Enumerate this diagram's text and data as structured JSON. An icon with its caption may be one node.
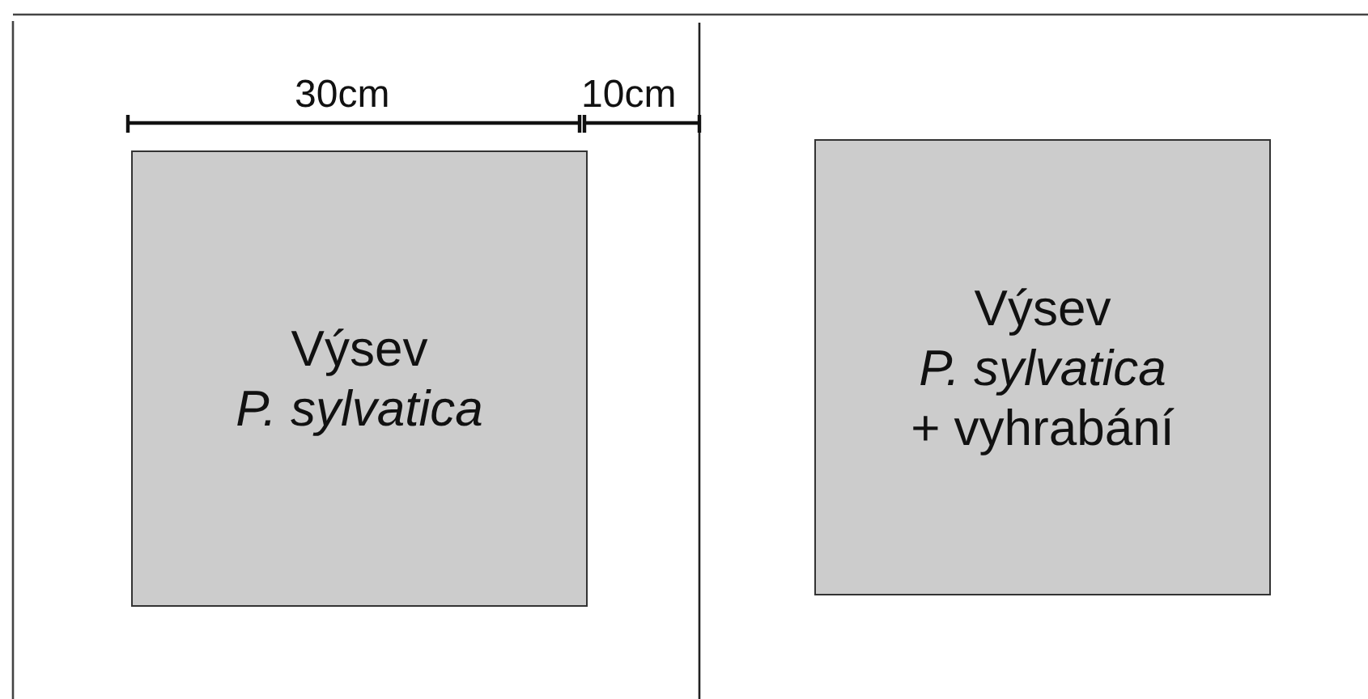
{
  "diagram": {
    "nodes": [
      {
        "text": [
          "Výsev",
          "*P. sylvatica*"
        ]
      },
      {
        "text": [
          "Výsev",
          "*P. sylvatica*",
          "+ vyhrabání"
        ]
      }
    ],
    "labels": [
      "30cm",
      "10cm"
    ]
  }
}
